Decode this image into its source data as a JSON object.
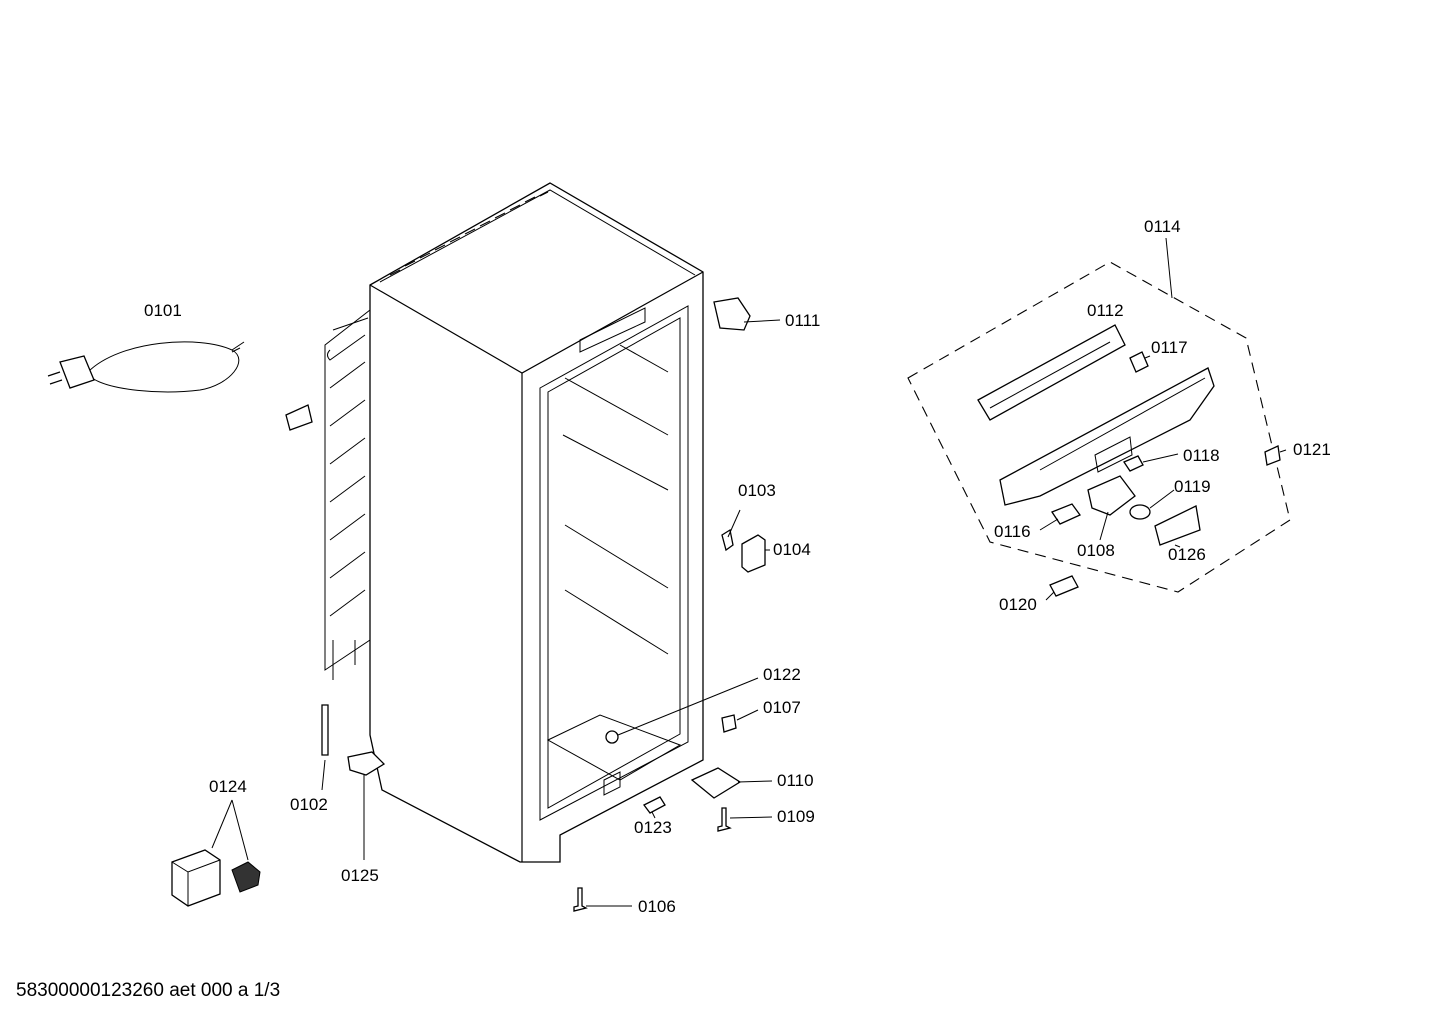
{
  "labels": {
    "p0101": "0101",
    "p0102": "0102",
    "p0103": "0103",
    "p0104": "0104",
    "p0106": "0106",
    "p0107": "0107",
    "p0108": "0108",
    "p0109": "0109",
    "p0110": "0110",
    "p0111": "0111",
    "p0112": "0112",
    "p0114": "0114",
    "p0116": "0116",
    "p0117": "0117",
    "p0118": "0118",
    "p0119": "0119",
    "p0120": "0120",
    "p0121": "0121",
    "p0122": "0122",
    "p0123": "0123",
    "p0124": "0124",
    "p0125": "0125",
    "p0126": "0126"
  },
  "footer": "58300000123260 aet 000 a 1/3"
}
